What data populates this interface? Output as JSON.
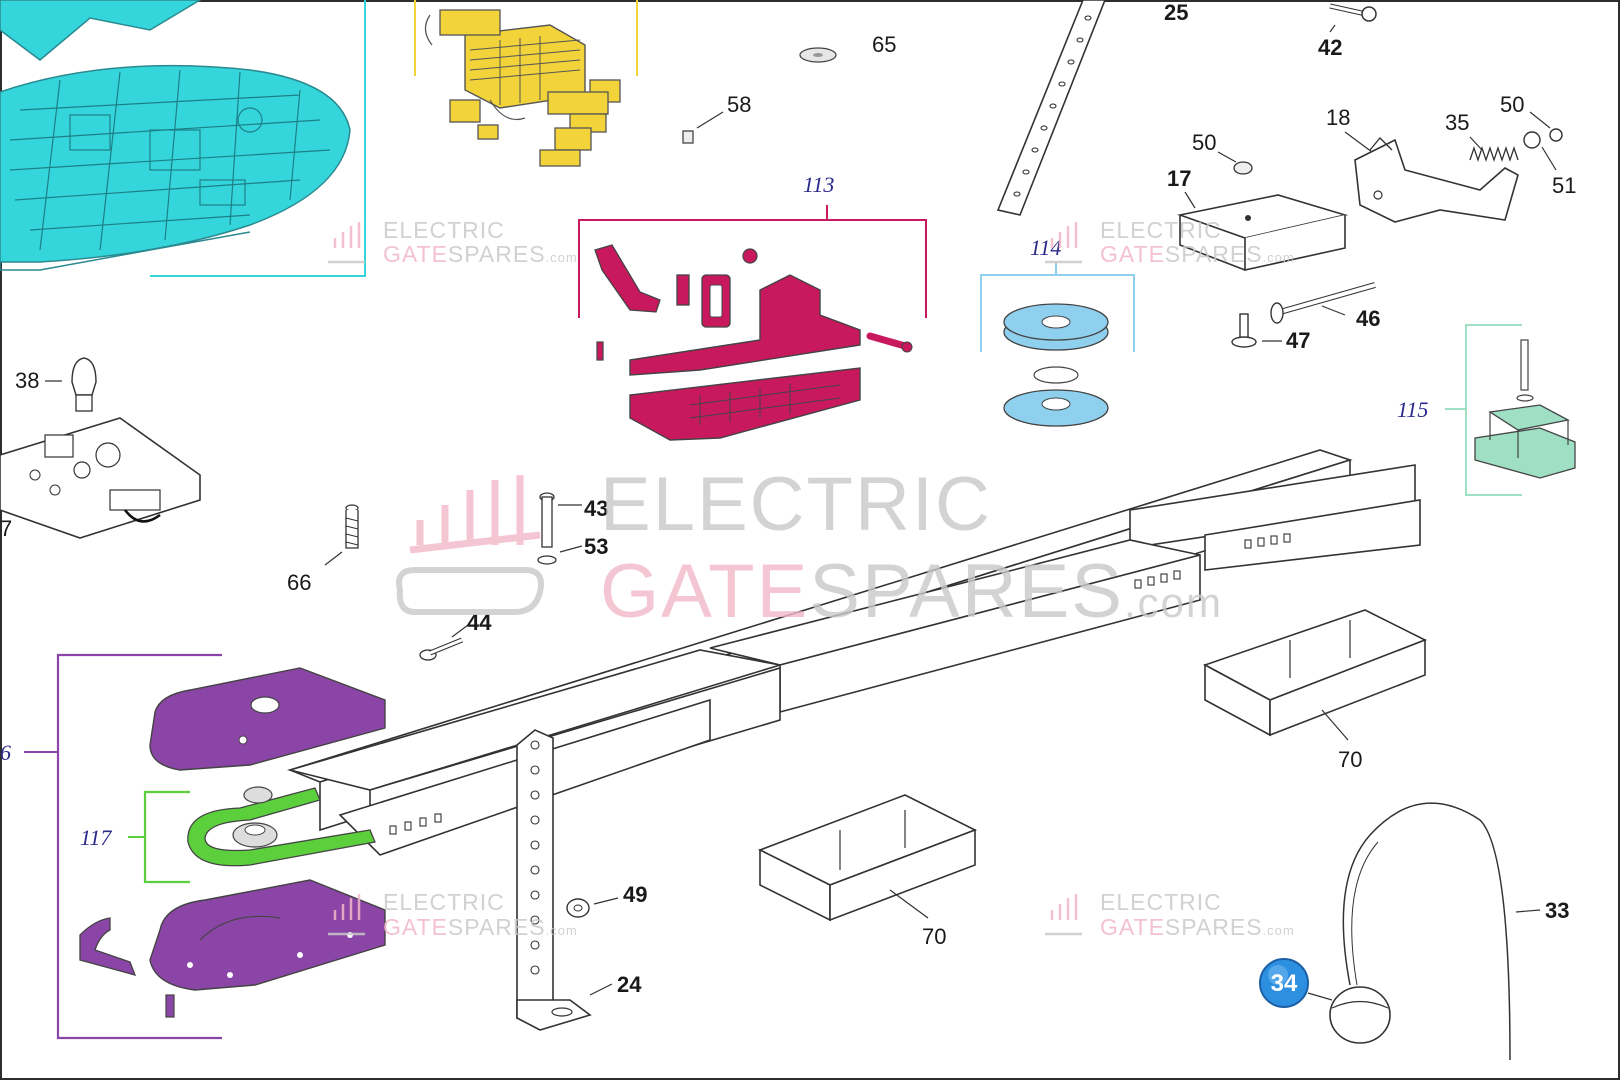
{
  "watermark": {
    "line1": "ELECTRIC",
    "line2_a": "GATE",
    "line2_b": "SPARES",
    "line2_c": ".com"
  },
  "groups": {
    "g113": "113",
    "g114": "114",
    "g115": "115",
    "g116": "6",
    "g117": "117"
  },
  "labels": {
    "p25": "25",
    "p42": "42",
    "p65": "65",
    "p58": "58",
    "p50a": "50",
    "p18": "18",
    "p35": "35",
    "p50b": "50",
    "p51": "51",
    "p17": "17",
    "p46": "46",
    "p47": "47",
    "p38": "38",
    "p37": "7",
    "p43": "43",
    "p53": "53",
    "p66": "66",
    "p44": "44",
    "p70a": "70",
    "p70b": "70",
    "p49": "49",
    "p24": "24",
    "p33": "33",
    "p34": "34"
  },
  "colors": {
    "cyan": "#34d6dc",
    "yellow": "#f2d33a",
    "magenta": "#c8185e",
    "lightblue": "#8fd0ee",
    "teal": "#9fe0c4",
    "purple": "#8a45a6",
    "green": "#5ccf3c",
    "badge": "#2d8fe0",
    "watermark_gray": "#c9c9c9",
    "watermark_pink": "#f2b7c8"
  }
}
